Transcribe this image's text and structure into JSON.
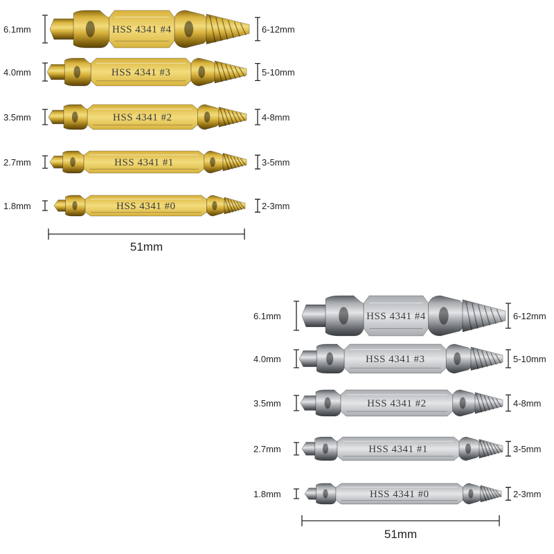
{
  "sets": [
    {
      "name": "gold",
      "colors": {
        "light": "#f3dc7c",
        "mid": "#d8b23d",
        "dark": "#8a6a12",
        "deep": "#5c430a"
      },
      "bits": [
        {
          "engraving": "HSS 4341 #4",
          "drill": "6.1mm",
          "range": "6-12mm"
        },
        {
          "engraving": "HSS 4341 #3",
          "drill": "4.0mm",
          "range": "5-10mm"
        },
        {
          "engraving": "HSS 4341 #2",
          "drill": "3.5mm",
          "range": "4-8mm"
        },
        {
          "engraving": "HSS 4341 #1",
          "drill": "2.7mm",
          "range": "3-5mm"
        },
        {
          "engraving": "HSS 4341 #0",
          "drill": "1.8mm",
          "range": "2-3mm"
        }
      ],
      "length": "51mm"
    },
    {
      "name": "silver",
      "colors": {
        "light": "#e4e6e8",
        "mid": "#a9acb0",
        "dark": "#5d6165",
        "deep": "#3b3e41"
      },
      "bits": [
        {
          "engraving": "HSS 4341 #4",
          "drill": "6.1mm",
          "range": "6-12mm"
        },
        {
          "engraving": "HSS 4341 #3",
          "drill": "4.0mm",
          "range": "5-10mm"
        },
        {
          "engraving": "HSS 4341 #2",
          "drill": "3.5mm",
          "range": "4-8mm"
        },
        {
          "engraving": "HSS 4341 #1",
          "drill": "2.7mm",
          "range": "3-5mm"
        },
        {
          "engraving": "HSS 4341 #0",
          "drill": "1.8mm",
          "range": "2-3mm"
        }
      ],
      "length": "51mm"
    }
  ]
}
